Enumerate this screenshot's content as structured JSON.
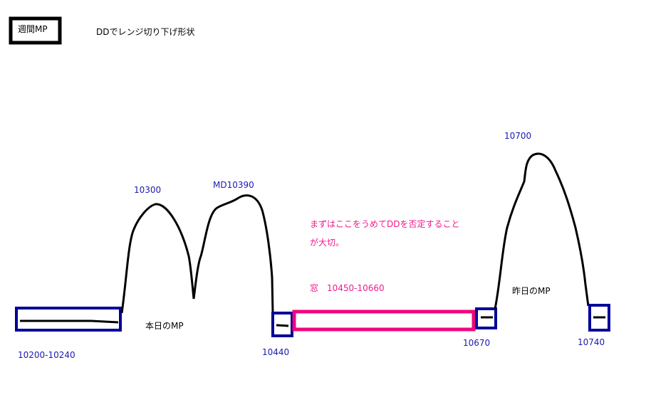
{
  "header": {
    "weekly_mp": "週間MP",
    "title": "DDでレンジ切り下げ形状"
  },
  "labels": {
    "range_low": "10200-10240",
    "peak1": "10300",
    "peak2": "MD10390",
    "today_mp": "本日のMP",
    "level_10440": "10440",
    "level_10670": "10670",
    "peak3": "10700",
    "yesterday_mp": "昨日のMP",
    "level_10740": "10740"
  },
  "annotation": {
    "line1": "まずはここをうめてDDを否定すること",
    "line2": "が大切。",
    "window": "窓　10450-10660"
  },
  "colors": {
    "box_blue": "#000099",
    "label_blue": "#1a1ab0",
    "accent_pink": "#f0067f",
    "stroke": "#000000"
  }
}
